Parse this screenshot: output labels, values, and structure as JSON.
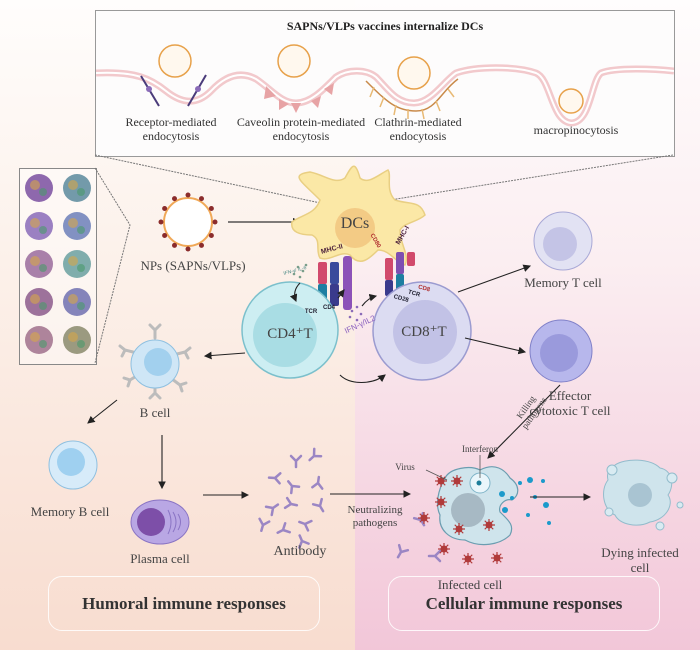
{
  "endocytosis_panel": {
    "title": "SAPNs/VLPs vaccines internalize DCs",
    "pathways": [
      {
        "line1": "Receptor-mediated",
        "line2": "endocytosis"
      },
      {
        "line1": "Caveolin protein-mediated",
        "line2": "endocytosis"
      },
      {
        "line1": "Clathrin-mediated",
        "line2": "endocytosis"
      },
      {
        "line1": "macropinocytosis",
        "line2": ""
      }
    ]
  },
  "nanoparticle": {
    "label": "NPs (SAPNs/VLPs)",
    "gallery_count": 10
  },
  "dendritic_cell": {
    "label": "DCs",
    "mhc2": "MHC-II",
    "mhc1": "MHC-I",
    "cd80": "CD80"
  },
  "cd4_t": {
    "label": "CD4⁺T",
    "tcr": "TCR",
    "cd4": "CD4",
    "cytokine": "IFN-γ/ IL-6"
  },
  "cd8_t": {
    "label": "CD8⁺T",
    "tcr": "TCR",
    "cd28": "CD28",
    "cd8": "CD8",
    "cytokine": "IFN-γ/IL2"
  },
  "memory_t": {
    "label": "Memory T cell"
  },
  "effector_t": {
    "line1": "Effector",
    "line2": "cytotoxic T cell"
  },
  "killing": {
    "line1": "Killing",
    "line2": "pathogens"
  },
  "b_cell": {
    "label": "B cell"
  },
  "memory_b": {
    "label": "Memory B cell"
  },
  "plasma_cell": {
    "label": "Plasma cell"
  },
  "antibody": {
    "label": "Antibody"
  },
  "neutralizing": {
    "line1": "Neutralizing",
    "line2": "pathogens"
  },
  "infected_cell": {
    "label": "Infected cell",
    "virus": "Virus",
    "interferon": "Interferon"
  },
  "dying_cell": {
    "line1": "Dying infected",
    "line2": "cell"
  },
  "responses": {
    "humoral": "Humoral immune responses",
    "cellular": "Cellular immune responses"
  },
  "colors": {
    "cd4": "#cdeef2",
    "cd8": "#d8d8f0",
    "dc": "#fbe8a6",
    "bcell": "#cfe6f6",
    "virus": "#b03a3a",
    "antibody": "#9b86c4",
    "membrane": "#f2c9cc"
  }
}
